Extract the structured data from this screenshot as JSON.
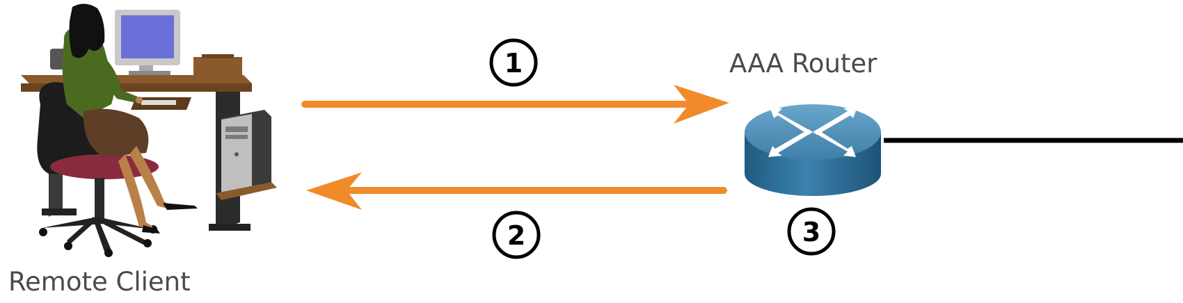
{
  "labels": {
    "remote_client": "Remote Client",
    "aaa_router": "AAA Router"
  },
  "steps": [
    "1",
    "2",
    "3"
  ],
  "colors": {
    "flow_arrow": "#f08a2a",
    "router_body": "#2f6e96",
    "router_top": "#4f8fb8",
    "line": "#000000",
    "label_text": "#4a4a4a"
  },
  "icons": {
    "client": "person-at-desk-computer-icon",
    "router": "router-icon"
  }
}
